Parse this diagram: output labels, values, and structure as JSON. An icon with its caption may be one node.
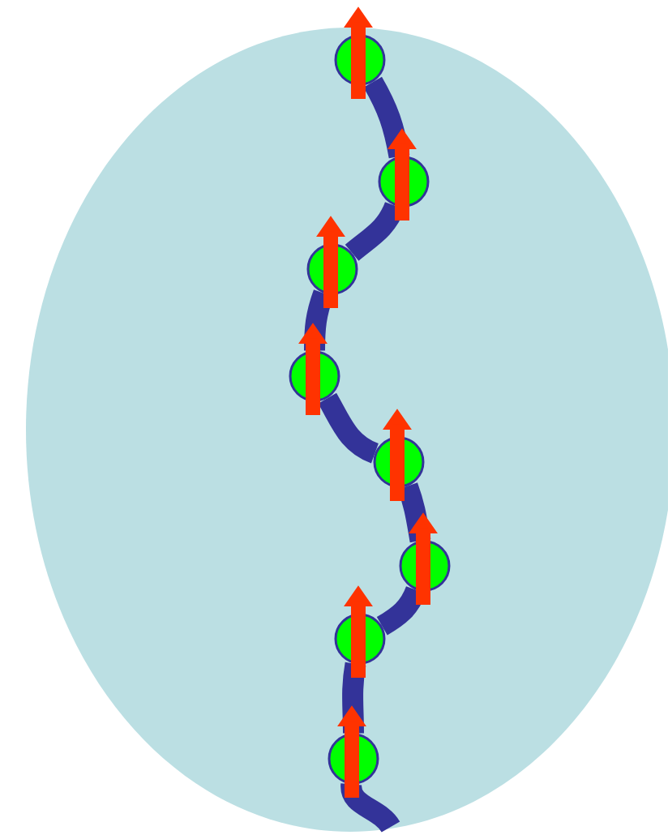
{
  "diagram": {
    "nodes": [
      {
        "text": [],
        "shape": "ellipse"
      },
      {
        "text": [],
        "shape": "circle",
        "in": 0
      },
      {
        "text": [],
        "shape": "circle",
        "in": 0
      },
      {
        "text": [],
        "shape": "circle",
        "in": 0
      },
      {
        "text": [],
        "shape": "circle",
        "in": 0
      },
      {
        "text": [],
        "shape": "circle",
        "in": 0
      },
      {
        "text": [],
        "shape": "circle",
        "in": 0
      },
      {
        "text": [],
        "shape": "circle",
        "in": 0
      },
      {
        "text": [],
        "shape": "circle",
        "in": 0
      }
    ],
    "edges": [
      {
        "from": 1,
        "to": 2,
        "arrow": "none"
      },
      {
        "from": 2,
        "to": 3,
        "arrow": "none"
      },
      {
        "from": 3,
        "to": 4,
        "arrow": "none"
      },
      {
        "from": 4,
        "to": 5,
        "arrow": "none"
      },
      {
        "from": 5,
        "to": 6,
        "arrow": "none"
      },
      {
        "from": 6,
        "to": 7,
        "arrow": "none"
      },
      {
        "from": 7,
        "to": 8,
        "arrow": "none"
      },
      {
        "from": 8,
        "to": null,
        "arrow": "none"
      }
    ]
  }
}
